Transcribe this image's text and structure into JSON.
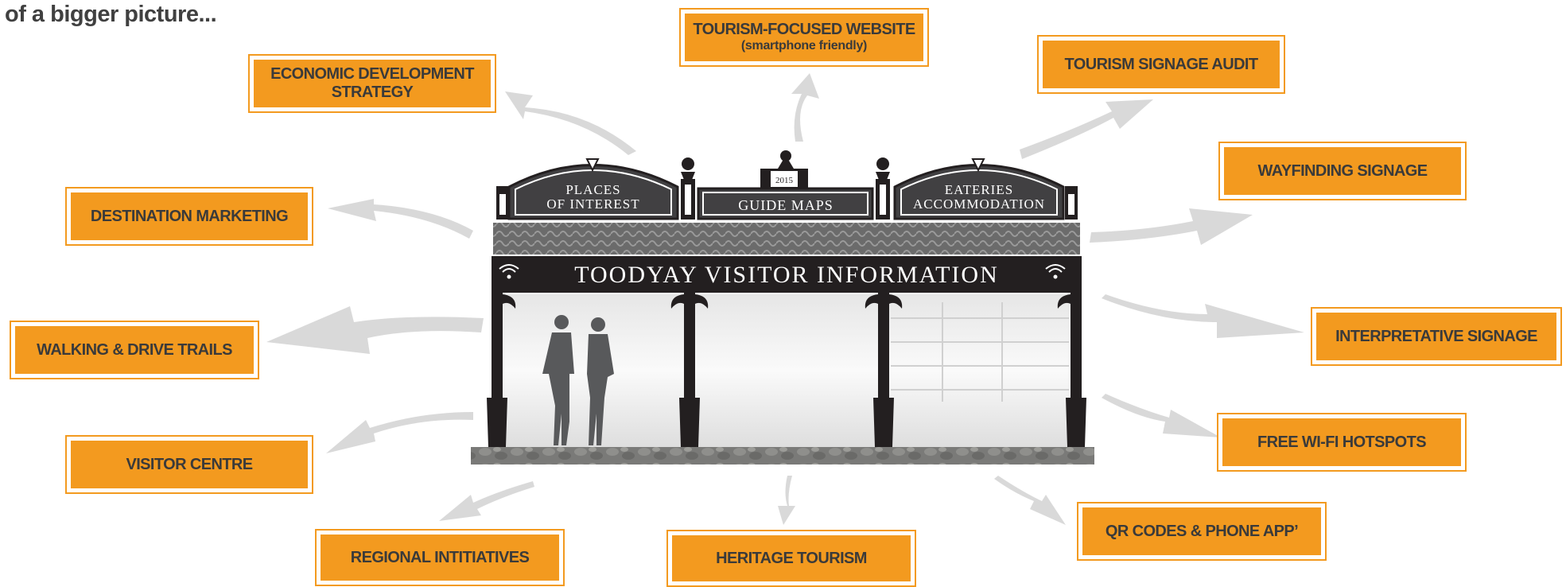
{
  "heading": "of a bigger picture...",
  "boxes": {
    "economic": [
      "ECONOMIC DEVELOPMENT",
      "STRATEGY"
    ],
    "website": "TOURISM-FOCUSED WEBSITE",
    "website_sub": "(smartphone friendly)",
    "signage_audit": "TOURISM SIGNAGE AUDIT",
    "wayfinding": "WAYFINDING SIGNAGE",
    "destination": "DESTINATION MARKETING",
    "walking": "WALKING & DRIVE TRAILS",
    "interpretative": "INTERPRETATIVE SIGNAGE",
    "visitor_centre": "VISITOR CENTRE",
    "wifi": "FREE WI-FI HOTSPOTS",
    "regional": "REGIONAL INTITIATIVES",
    "heritage": "HERITAGE TOURISM",
    "qr": "QR CODES & PHONE APP’"
  },
  "building": {
    "left_sign": [
      "PLACES",
      "OF INTEREST"
    ],
    "center_sign": "GUIDE MAPS",
    "right_sign": [
      "EATERIES",
      "ACCOMMODATION"
    ],
    "year": "2015",
    "banner": "TOODYAY VISITOR INFORMATION"
  },
  "colors": {
    "accent": "#f39a1f",
    "arrow": "#d9d9d9",
    "structure": "#231f20"
  }
}
